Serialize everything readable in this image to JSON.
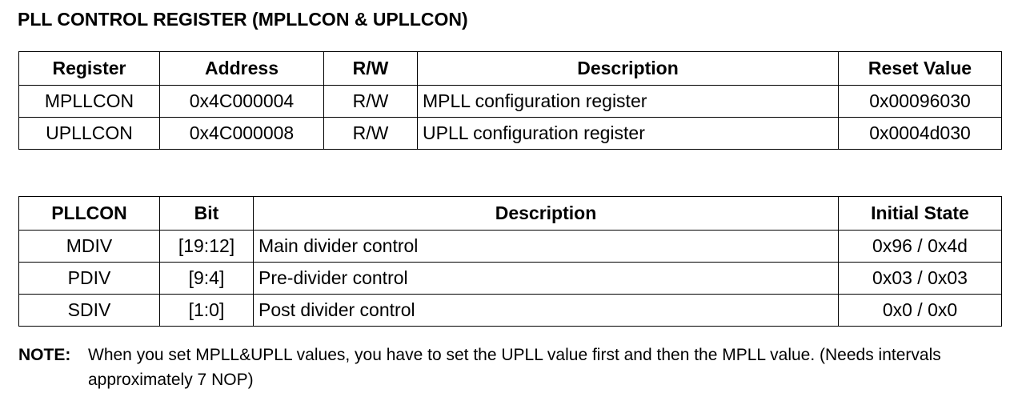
{
  "title": "PLL CONTROL REGISTER (MPLLCON & UPLLCON)",
  "register_table": {
    "headers": [
      "Register",
      "Address",
      "R/W",
      "Description",
      "Reset Value"
    ],
    "rows": [
      [
        "MPLLCON",
        "0x4C000004",
        "R/W",
        "MPLL configuration register",
        "0x00096030"
      ],
      [
        "UPLLCON",
        "0x4C000008",
        "R/W",
        "UPLL configuration register",
        "0x0004d030"
      ]
    ]
  },
  "pllcon_table": {
    "headers": [
      "PLLCON",
      "Bit",
      "Description",
      "Initial State"
    ],
    "rows": [
      [
        "MDIV",
        "[19:12]",
        "Main divider control",
        "0x96 / 0x4d"
      ],
      [
        "PDIV",
        "[9:4]",
        "Pre-divider control",
        "0x03 / 0x03"
      ],
      [
        "SDIV",
        "[1:0]",
        "Post divider control",
        "0x0 / 0x0"
      ]
    ]
  },
  "note": {
    "label": "NOTE:",
    "text": "When you set MPLL&UPLL values, you have to set the UPLL value first and then the MPLL value. (Needs intervals approximately 7 NOP)"
  }
}
